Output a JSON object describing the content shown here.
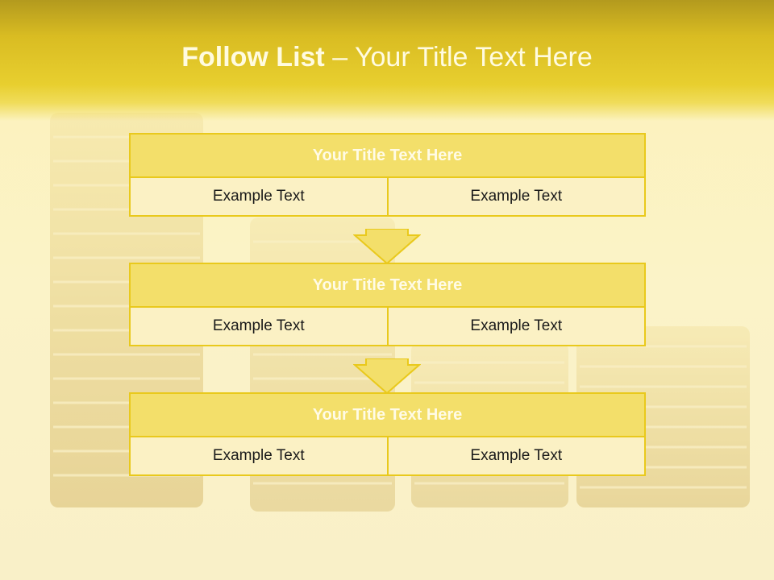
{
  "slide": {
    "title_bold": "Follow List",
    "title_rest": " – Your Title Text Here"
  },
  "blocks": [
    {
      "title": "Your Title Text Here",
      "cells": [
        "Example Text",
        "Example Text"
      ]
    },
    {
      "title": "Your Title Text Here",
      "cells": [
        "Example Text",
        "Example Text"
      ]
    },
    {
      "title": "Your Title Text Here",
      "cells": [
        "Example Text",
        "Example Text"
      ]
    }
  ],
  "colors": {
    "header_gold": "#e8cf2f",
    "box_fill": "#f3df6a",
    "box_border": "#e9c91c",
    "cell_fill": "#fbf1c4"
  }
}
